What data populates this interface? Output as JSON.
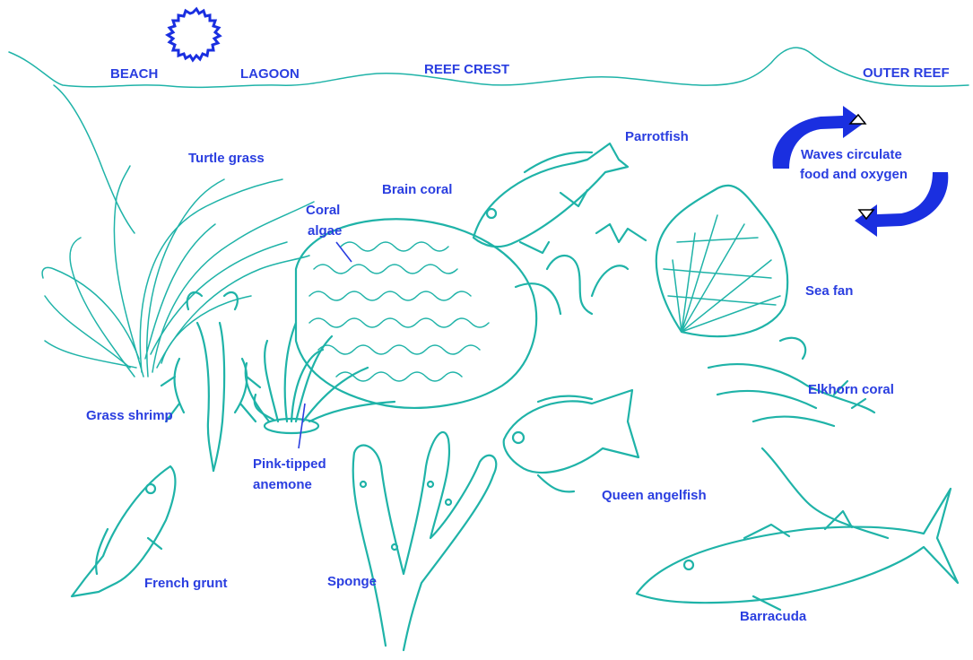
{
  "zones": {
    "beach": "BEACH",
    "lagoon": "LAGOON",
    "reef_crest": "REEF CREST",
    "outer_reef": "OUTER REEF"
  },
  "labels": {
    "turtle_grass": "Turtle grass",
    "coral_algae_1": "Coral",
    "coral_algae_2": "algae",
    "brain_coral": "Brain coral",
    "parrotfish": "Parrotfish",
    "waves_1": "Waves circulate",
    "waves_2": "food and oxygen",
    "sea_fan": "Sea fan",
    "elkhorn_coral": "Elkhorn coral",
    "grass_shrimp": "Grass shrimp",
    "anemone_1": "Pink-tipped",
    "anemone_2": "anemone",
    "queen_angelfish": "Queen angelfish",
    "french_grunt": "French grunt",
    "sponge": "Sponge",
    "barracuda": "Barracuda"
  },
  "colors": {
    "label": "#2a3ee0",
    "drawing": "#1fb3a8",
    "arrow": "#1a2fe0",
    "sun": "#1a2fe0"
  },
  "icons": [
    "sun-icon",
    "circulation-arrows-icon"
  ]
}
